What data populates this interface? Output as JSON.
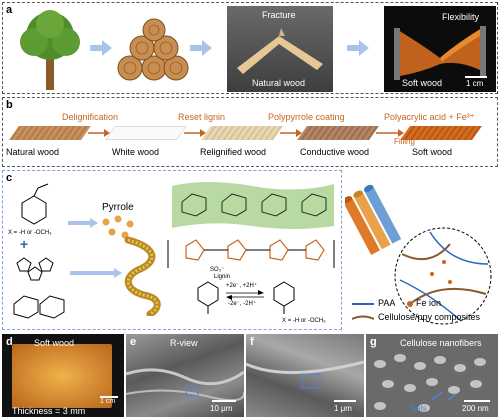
{
  "panel_a": {
    "label": "a",
    "fracture": "Fracture",
    "natural_wood": "Natural wood",
    "flexibility": "Flexibility",
    "soft_wood": "Soft wood",
    "scale": "1 cm"
  },
  "panel_b": {
    "label": "b",
    "stages": [
      "Natural wood",
      "White wood",
      "Relignified wood",
      "Conductive wood",
      "Soft wood"
    ],
    "steps": [
      "Delignification",
      "Reset lignin",
      "Polypyrrole coating",
      "Polyacrylic acid + Fe³⁺",
      "Filling"
    ]
  },
  "panel_c": {
    "label": "c",
    "x_def": "X = -H or -OCH₃",
    "pyrrole": "Pyrrole",
    "x_def2": "X = -H or -OCH₃",
    "redox_top": "+2e⁻, +2H⁺",
    "redox_bot": "-2e⁻, -2H⁺",
    "lignin": "Lignin",
    "so3": "SO₃⁻",
    "legend_paa": "PAA",
    "legend_fe": "Fe ion",
    "legend_cell": "Cellulose/ppy composites"
  },
  "panel_d": {
    "label": "d",
    "title": "Soft wood",
    "scale": "1 cm",
    "thickness": "Thickness = 3 mm"
  },
  "panel_e": {
    "label": "e",
    "title": "R-view",
    "scale": "10 μm"
  },
  "panel_f": {
    "label": "f",
    "scale": "1 μm"
  },
  "panel_g": {
    "label": "g",
    "title": "Cellulose nanofibers",
    "gels": "Gels",
    "scale": "200 nm"
  },
  "colors": {
    "orange": "#c8651e",
    "dashed": "#555555",
    "blue_arrow": "#a9c4e8"
  }
}
